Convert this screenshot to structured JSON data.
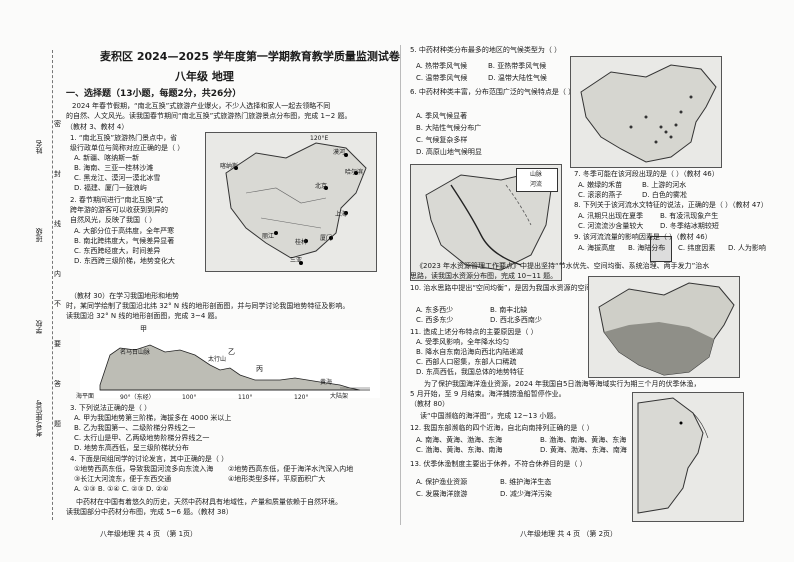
{
  "left_margin": {
    "labels": [
      "姓名",
      "班级",
      "学校",
      "考号/座位号"
    ],
    "seal_chars": [
      "密",
      "封",
      "线",
      "内",
      "不",
      "要",
      "答",
      "题"
    ]
  },
  "header": {
    "title": "麦积区 2024—2025 学年度第一学期教育教学质量监测试卷",
    "subtitle": "八年级 地理"
  },
  "section1": {
    "heading": "一、选择题（13小题，每题2分，共26分）",
    "intro1": "2024 年春节假期，“南北互换”式旅游产业爆火，不少人选择和家人一起去领略不同",
    "intro2": "的自然、人文风光。读我国春节期间“南北互换”式旅游热门旅游景点分布图，完成 1~2 题。",
    "intro3": "（教材 3、教材 4）",
    "q1": "1. “南北互换”旅游热门景点中，省",
    "q1b": "级行政单位与简称对应正确的是（    ）",
    "q1_opts": [
      "A. 新疆、喀纳斯一新",
      "B. 海南、三亚一桂林沙滩",
      "C. 黑龙江、漠河一漠北冰雪",
      "D. 福建、厦门一鼓浪屿"
    ],
    "q2": "2. 春节期间进行“南北互换”式",
    "q2b": "跨年游的游客可以收获到到异的",
    "q2c": "自然风光，反映了我国（    ）",
    "q2_opts": [
      "A. 大部分位于高纬度，全年严寒",
      "B. 南北跨纬度大，气候差异显著",
      "C. 东西跨经度大，时间差异",
      "D. 东西跨三级阶梯，地势变化大"
    ],
    "intro_32": "（教材 30）在学习我国地形和地势",
    "intro_32b": "时，某同学绘制了我国沿北纬 32° N 线的地形剖面图，并与同学讨论我国地势特征及影响。",
    "intro_32c": "读我国沿 32° N 线的地形剖面图，完成 3~4 题。",
    "q3": "3. 下列说法正确的是（    ）",
    "q3_opts": [
      "A. 甲为我国地势第三阶梯，海拔多在 4000 米以上",
      "B. 乙为我国第一、二级阶梯分界线之一",
      "C. 太行山是甲、乙两级地势阶梯分界线之一",
      "D. 地势东高西低，呈三级阶梯状分布"
    ],
    "q4": "4. 下面是同组同学的讨论发言，其中正确的是（    ）",
    "q4_opts": [
      "①地势西高东低，导致我国河流多向东流入海",
      "②地势西高东低，便于海洋水汽深入内地",
      "③长江大河流东，便于东西交通",
      "④地形类型多样，平原面积广大"
    ],
    "q4_ans": "A. ①③   B. ①④   C. ②③   D. ②④",
    "q5_intro": "中药材在中国有着悠久的历史，天然中药材具有地域性，产量和质量依赖于自然环境。",
    "q5_intro2": "读我国部分中药材分布图，完成 5~6 题。（教材 38）"
  },
  "profile_chart": {
    "labels": [
      "甲",
      "乙",
      "丙",
      "名马日山脉",
      "太行山",
      "黄海",
      "海平面",
      "大陆架"
    ],
    "ticks": [
      "90°（东经）",
      "100°",
      "110°",
      "120°"
    ]
  },
  "china_map1": {
    "labels": [
      "漠河",
      "喀纳斯",
      "哈尔滨",
      "北京",
      "上海",
      "厦门",
      "三亚",
      "桂林",
      "丽江"
    ],
    "scale_text": "120°E"
  },
  "footer": {
    "left": "八年级地理  共 4 页  （第 1页）",
    "right": "八年级地理  共 4 页  （第 2页）"
  },
  "right_col": {
    "q5": "5. 中药材种类分布最多的地区的气候类型为（    ）",
    "q5_opts": [
      "A. 热带季风气候",
      "B. 亚热带季风气候",
      "C. 温带季风气候",
      "D. 温带大陆性气候"
    ],
    "q6": "6. 中药材种类丰富，分布范围广泛的气候特点是（    ）",
    "q6_opts": [
      "A. 季风气候显著",
      "B. 大陆性气候分布广",
      "C. 气候复杂多样",
      "D. 高原山地气候明显"
    ],
    "q7": "7. 冬季可能在该河段出现的是（    ）（教材 46）",
    "q7_opts": [
      "A. 嫩绿的禾苗",
      "B. 上游的河水",
      "C. 滚滚的燕子",
      "D. 白色的雾凇"
    ],
    "q8": "8. 下列关于该河流水文特征的说法，正确的是（    ）（教材 47）",
    "q8_opts": [
      "A. 汛期只出现在夏季",
      "B. 有凌汛现象产生",
      "C. 河流流沙含量较大",
      "D. 冬季结冰期较短"
    ],
    "q9": "9. 该河流流量的影响因素是（    ）（教材 46）",
    "q9_opts": [
      "A. 海拔高度",
      "B. 海陆分布",
      "C. 纬度因素",
      "D. 人为影响"
    ],
    "q10_intro": "《2023 年水资源管理工作要点》中提出坚持“节水优先、空间均衡、系统治理、两手发力”治水",
    "q10_intro2": "思路，读我国水资源分布图，完成 10~11 题。",
    "q10": "10. 治水思路中提出“空间均衡”，是因为我国水资源的空间分布特征是（    ）（教材 73）",
    "q10_opts": [
      "A. 东多西少",
      "B. 南丰北缺",
      "C. 西多东少",
      "D. 西北多西南少"
    ],
    "q11": "11. 造成上述分布特点的主要原因是（    ）",
    "q11_opts": [
      "A. 受季风影响，全年降水均匀",
      "B. 降水自东南沿海向西北内陆递减",
      "C. 西部人口密集，东部人口稀疏",
      "D. 东高西低，我国总体的地势特征"
    ],
    "q12_intro": "为了保护我国海洋渔业资源，2024 年我国自5日渤海等海域实行为期三个月的伏季休渔，",
    "q12_intro2": "5 月开始，至 9 月结束。海洋捕捞渔船暂停作业。",
    "q12_intro3": "（教材 80）",
    "q12_intro4": "读“中国濒临的海洋图”，完成 12~13 小题。",
    "q12": "12. 我国东部濒临的四个近海，自北向南排列正确的是（    ）",
    "q12_opts": [
      "A. 南海、黄海、渤海、东海",
      "B. 渤海、南海、黄海、东海",
      "C. 渤海、黄海、东海、南海",
      "D. 黄海、渤海、东海、南海"
    ],
    "q13": "13. 伏季休渔制度主要出于休养，不符合休养目的是（    ）",
    "q13_opts": [
      "A. 保护渔业资源",
      "B. 维护海洋生态",
      "C. 发展海洋旅游",
      "D. 减少海洋污染"
    ]
  },
  "river_map": {
    "legend": [
      "山脉",
      "河流"
    ]
  }
}
